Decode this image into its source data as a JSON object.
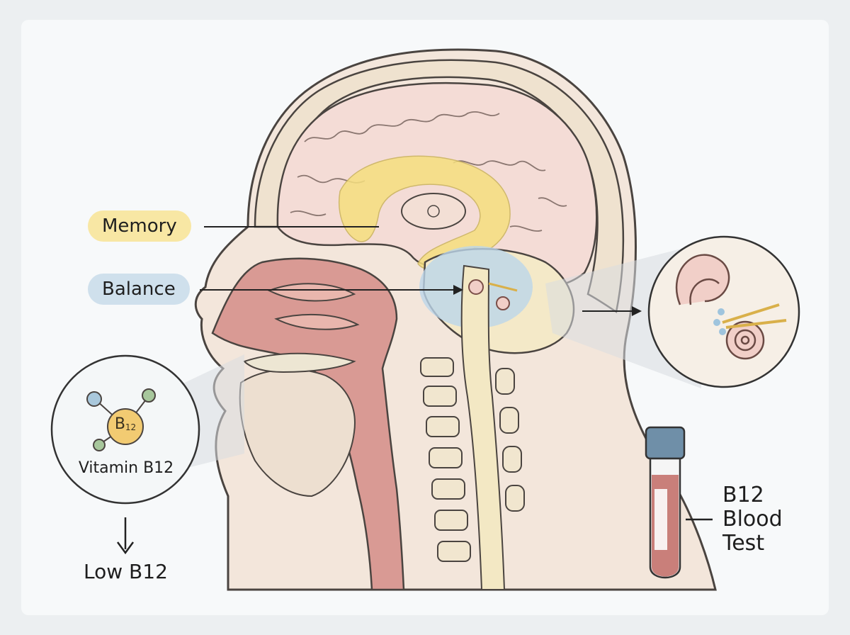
{
  "labels": {
    "memory": "Memory",
    "balance": "Balance",
    "vitamin": "Vitamin B12",
    "molecule": "B",
    "molecule_sub": "12",
    "low": "Low B12",
    "blood_test_line1": "B12",
    "blood_test_line2": "Blood",
    "blood_test_line3": "Test"
  },
  "colors": {
    "background": "#f7f9fa",
    "outline": "#4a4440",
    "skin": "#f3e6db",
    "skull": "#f0e4d3",
    "brain": "#f4dcd6",
    "memory_highlight": "#f6df7f",
    "balance_highlight": "#bcd6ea",
    "airway": "#d99a94",
    "blood": "#c97f7a",
    "tube_cap": "#6f8fa8"
  }
}
